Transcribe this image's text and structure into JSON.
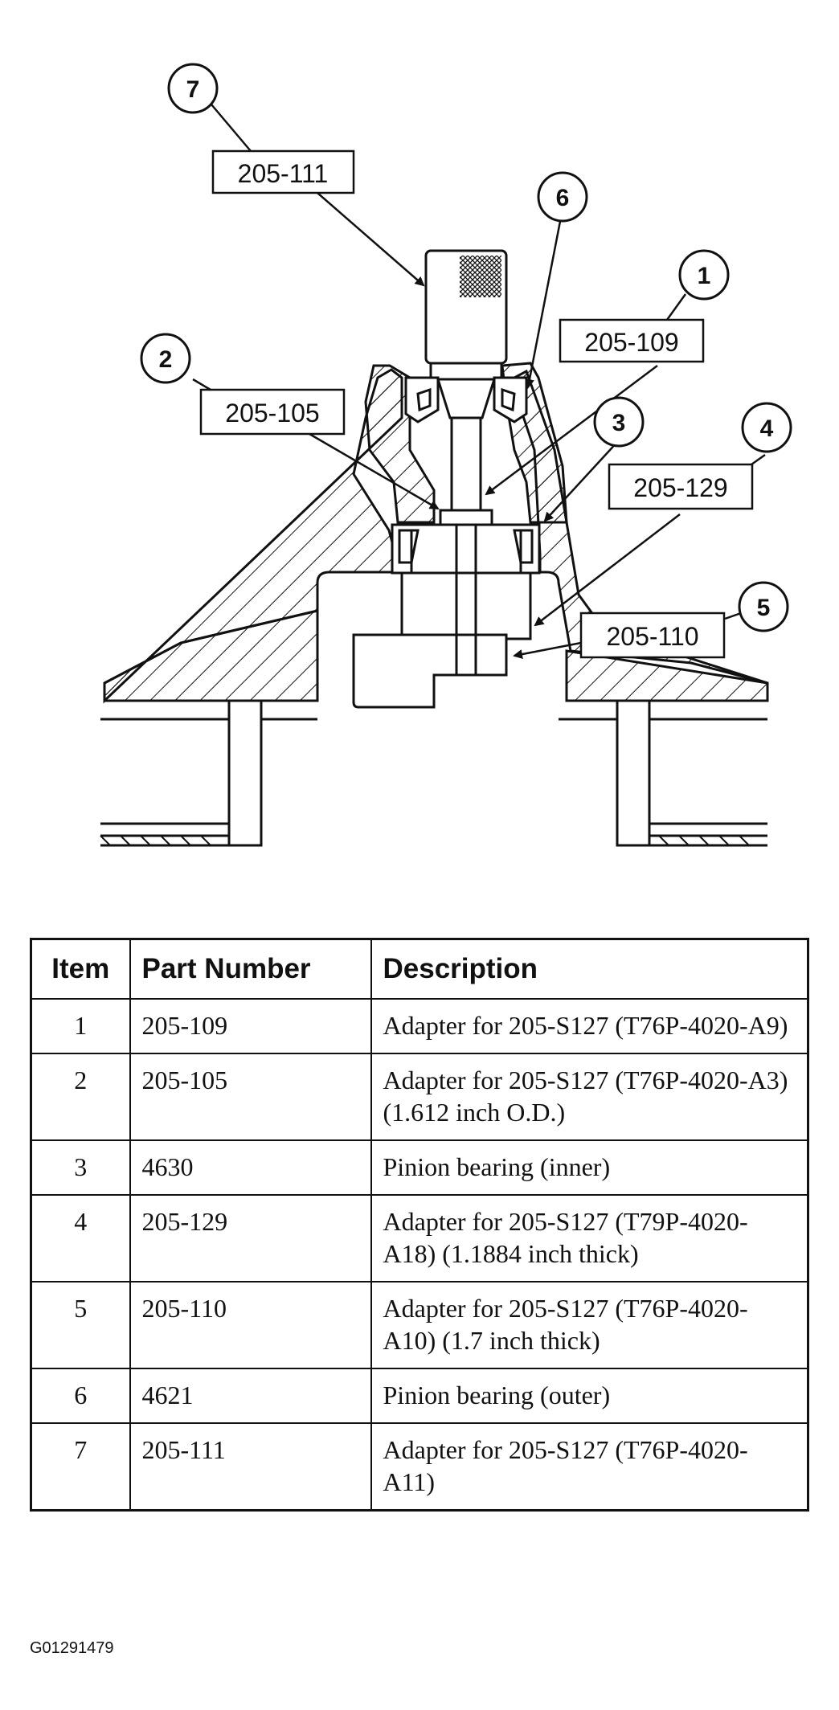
{
  "diagram": {
    "callouts": [
      {
        "num": "7",
        "part": "205-111"
      },
      {
        "num": "6",
        "part": ""
      },
      {
        "num": "1",
        "part": "205-109"
      },
      {
        "num": "2",
        "part": "205-105"
      },
      {
        "num": "3",
        "part": ""
      },
      {
        "num": "4",
        "part": "205-129"
      },
      {
        "num": "5",
        "part": "205-110"
      }
    ]
  },
  "table": {
    "headers": [
      "Item",
      "Part Number",
      "Description"
    ],
    "rows": [
      {
        "item": "1",
        "part": "205-109",
        "description": "Adapter for 205-S127 (T76P-4020-A9)"
      },
      {
        "item": "2",
        "part": "205-105",
        "description": "Adapter for 205-S127 (T76P-4020-A3) (1.612 inch O.D.)"
      },
      {
        "item": "3",
        "part": "4630",
        "description": "Pinion bearing (inner)"
      },
      {
        "item": "4",
        "part": "205-129",
        "description": "Adapter for 205-S127 (T79P-4020-A18) (1.1884 inch thick)"
      },
      {
        "item": "5",
        "part": "205-110",
        "description": "Adapter for 205-S127 (T76P-4020-A10) (1.7 inch thick)"
      },
      {
        "item": "6",
        "part": "4621",
        "description": "Pinion bearing (outer)"
      },
      {
        "item": "7",
        "part": "205-111",
        "description": "Adapter for 205-S127 (T76P-4020-A11)"
      }
    ]
  },
  "figure_id": "G01291479"
}
